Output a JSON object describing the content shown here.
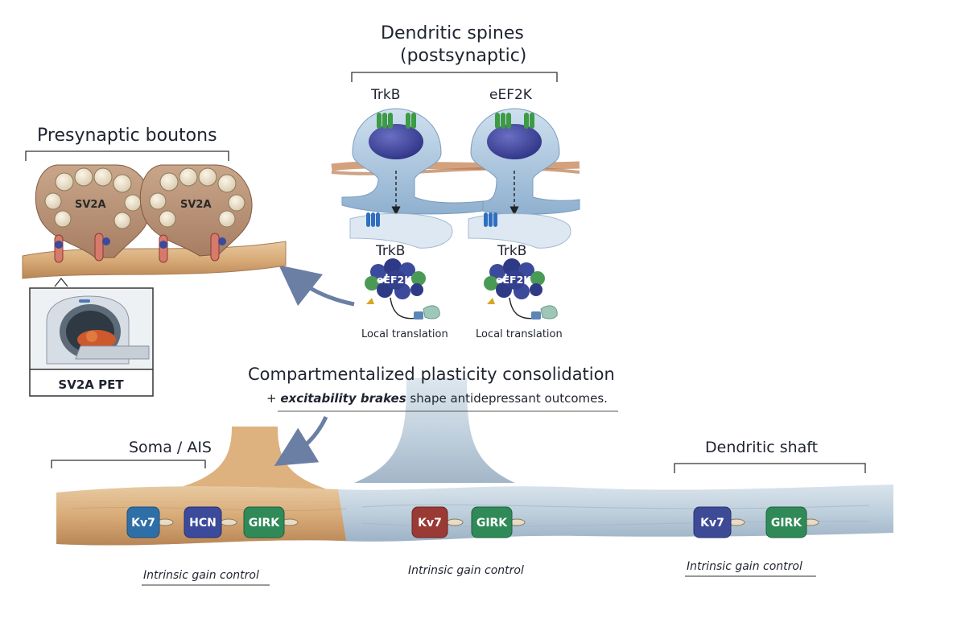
{
  "titles": {
    "dendritic_spines": "Dendritic spines",
    "postsynaptic": "(postsynaptic)",
    "presynaptic_boutons": "Presynaptic boutons",
    "central_line1": "Compartmentalized plasticity consolidation",
    "central_line2_prefix": "+ ",
    "central_line2_emph": "excitability brakes",
    "central_line2_rest": " shape antidepressant outcomes.",
    "soma_ais": "Soma / AIS",
    "dendritic_shaft": "Dendritic shaft"
  },
  "spines": {
    "left_top": "TrkB",
    "right_top": "eEF2K",
    "left_mid": "TrkB",
    "right_mid": "TrkB",
    "kinase": "eEF2K",
    "local_translation": "Local translation"
  },
  "boutons": {
    "vesicle_label": "SV2A",
    "pet_label": "SV2A PET"
  },
  "channels": {
    "soma": [
      "Kv7",
      "HCN",
      "GIRK"
    ],
    "middle": [
      "Kv7",
      "GIRK"
    ],
    "shaft": [
      "Kv7",
      "GIRK"
    ]
  },
  "gain_control": "Intrinsic gain control",
  "colors": {
    "kv7_blue": "#2f6fa8",
    "hcn_indigo": "#3b4a9a",
    "girk_green": "#2f8a58",
    "kv7_red": "#9a3a34",
    "kv7_purple": "#3d4a96",
    "trkb_green": "#3d9a45",
    "nucleus": "#3b3f9a"
  }
}
